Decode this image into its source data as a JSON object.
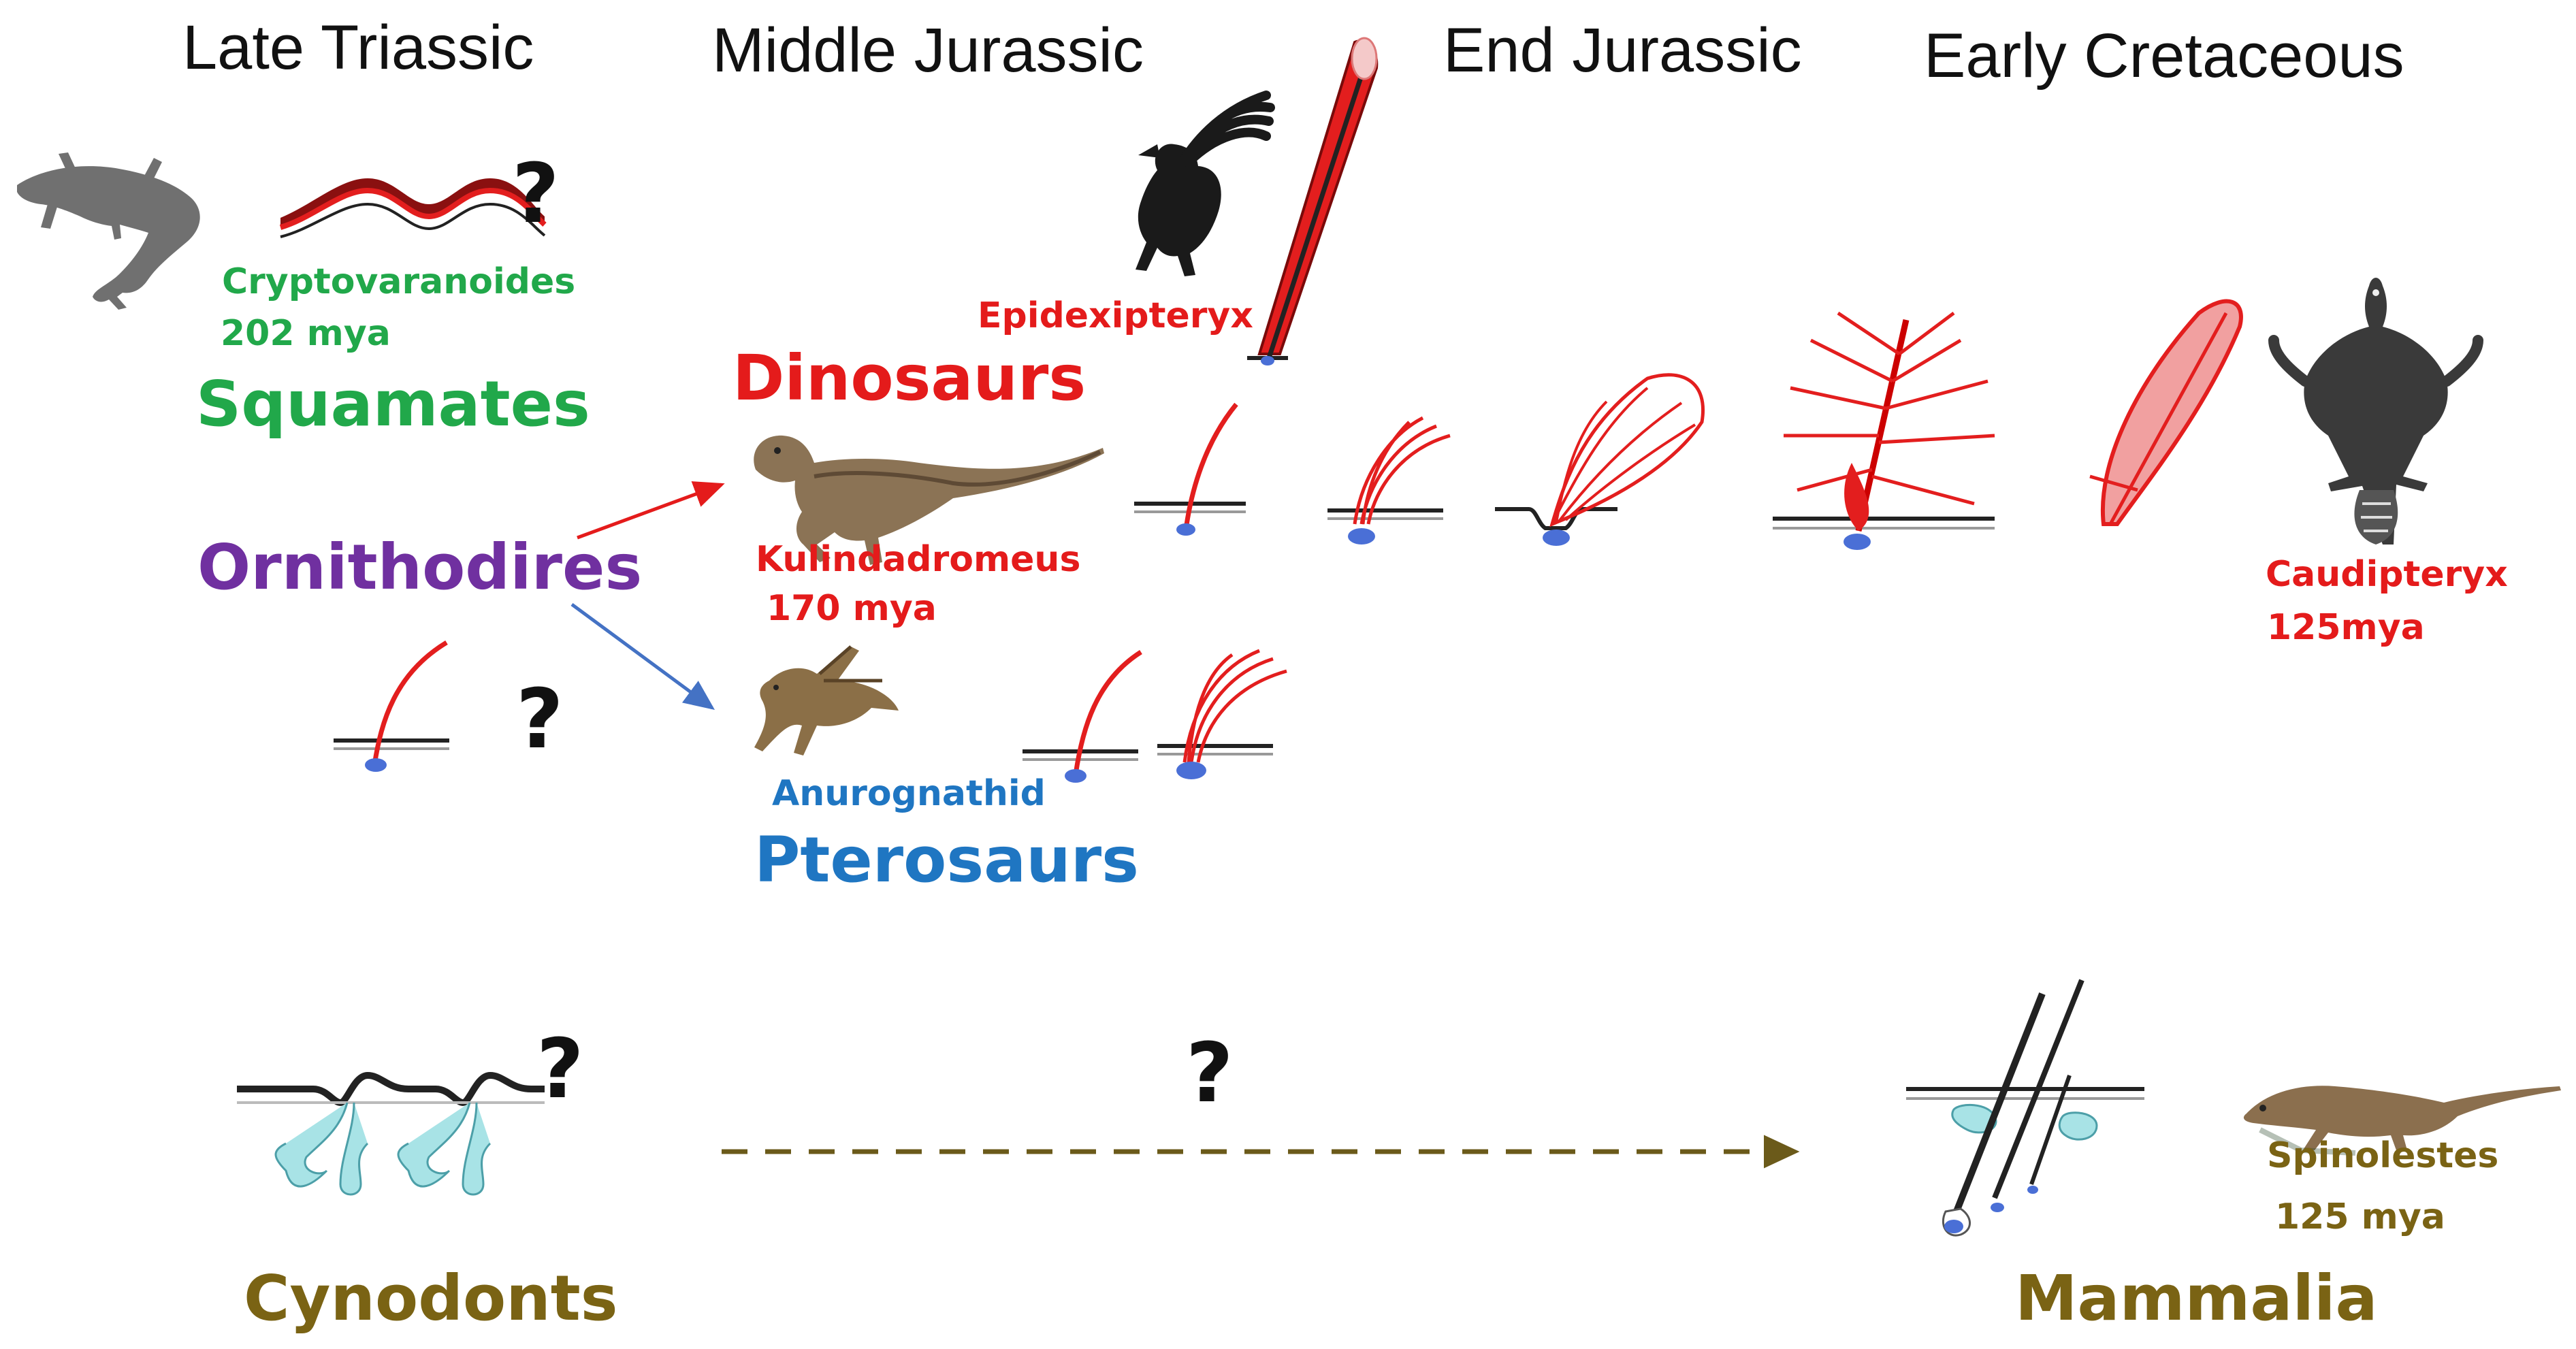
{
  "colors": {
    "squamates": "#21a84a",
    "ornithodires": "#7030a0",
    "dinosaurs": "#e41b1b",
    "pterosaurs": "#1f76c2",
    "cynodonts": "#7a6314",
    "feather_red": "#e31e1e",
    "follicle_blue": "#4a6fd6",
    "gland_cyan": "#9fdfe3",
    "text_dark": "#111111"
  },
  "periods": [
    "Late Triassic",
    "Middle Jurassic",
    "End Jurassic",
    "Early Cretaceous"
  ],
  "groups": {
    "squamates": "Squamates",
    "ornithodires": "Ornithodires",
    "dinosaurs": "Dinosaurs",
    "pterosaurs": "Pterosaurs",
    "cynodonts": "Cynodonts",
    "mammalia": "Mammalia"
  },
  "taxa": {
    "cryptovaranoides": {
      "name": "Cryptovaranoides",
      "age": "202 mya"
    },
    "epidexipteryx": {
      "name": "Epidexipteryx"
    },
    "kulindadromeus": {
      "name": "Kulindadromeus",
      "age": "170 mya"
    },
    "anurognathid": {
      "name": "Anurognathid"
    },
    "caudipteryx": {
      "name": "Caudipteryx",
      "age": "125mya"
    },
    "spinolestes": {
      "name": "Spinolestes",
      "age": "125 mya"
    }
  },
  "unknown_marker": "?",
  "icons": [
    "lizard-silhouette",
    "epidermis-profile",
    "dinosaur-illustration",
    "pterosaur-illustration",
    "feather-stage-series",
    "hair-follicle-diagram",
    "mammal-illustration",
    "caudipteryx-illustration",
    "epidexipteryx-illustration"
  ]
}
